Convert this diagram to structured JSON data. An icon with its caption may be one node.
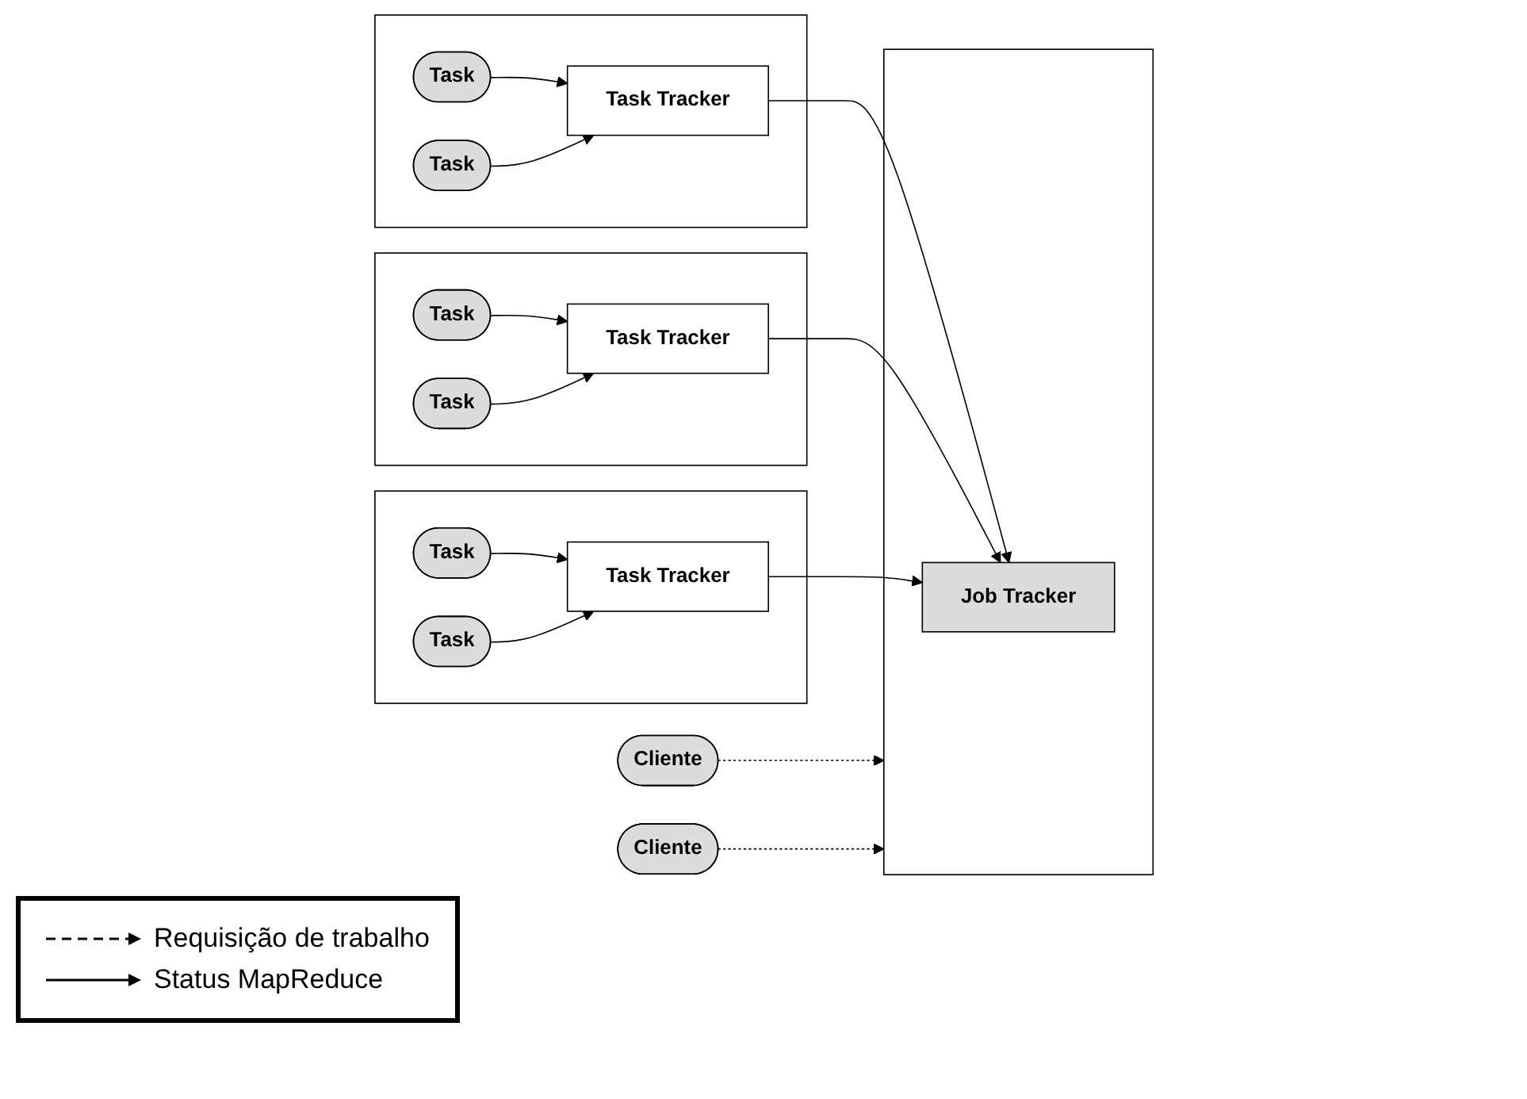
{
  "diagram": {
    "nodes": [
      {
        "text": [
          "Cliente"
        ]
      },
      {
        "text": [
          "Cliente"
        ]
      },
      {
        "text": [],
        "shape": "box"
      },
      {
        "text": [
          "Job Tracker"
        ],
        "in": 2
      },
      {
        "text": [],
        "shape": "box"
      },
      {
        "text": [
          "Task Tracker"
        ],
        "in": 4
      },
      {
        "text": [
          "Task"
        ],
        "in": 4
      },
      {
        "text": [
          "Task"
        ],
        "in": 4
      },
      {
        "text": [],
        "shape": "box"
      },
      {
        "text": [
          "Task Tracker"
        ],
        "in": 8
      },
      {
        "text": [
          "Task"
        ],
        "in": 8
      },
      {
        "text": [
          "Task"
        ],
        "in": 8
      },
      {
        "text": [],
        "shape": "box"
      },
      {
        "text": [
          "Task Tracker"
        ],
        "in": 12
      },
      {
        "text": [
          "Task"
        ],
        "in": 12
      },
      {
        "text": [
          "Task"
        ],
        "in": 12
      }
    ],
    "edges": [
      {
        "from": 0,
        "to": 2,
        "arrow": "to",
        "style": "dashed"
      },
      {
        "from": 1,
        "to": 2,
        "arrow": "to",
        "style": "dashed"
      },
      {
        "from": 5,
        "to": 3,
        "arrow": "to"
      },
      {
        "from": 9,
        "to": 3,
        "arrow": "to"
      },
      {
        "from": 13,
        "to": 3,
        "arrow": "to"
      },
      {
        "from": 6,
        "to": 5,
        "arrow": "to"
      },
      {
        "from": 7,
        "to": 5,
        "arrow": "to"
      },
      {
        "from": 10,
        "to": 9,
        "arrow": "to"
      },
      {
        "from": 11,
        "to": 9,
        "arrow": "to"
      },
      {
        "from": 14,
        "to": 13,
        "arrow": "to"
      },
      {
        "from": 15,
        "to": 13,
        "arrow": "to"
      }
    ],
    "legend": [
      {
        "text": "Requisição de trabalho"
      },
      {
        "text": "Status MapReduce"
      }
    ]
  }
}
